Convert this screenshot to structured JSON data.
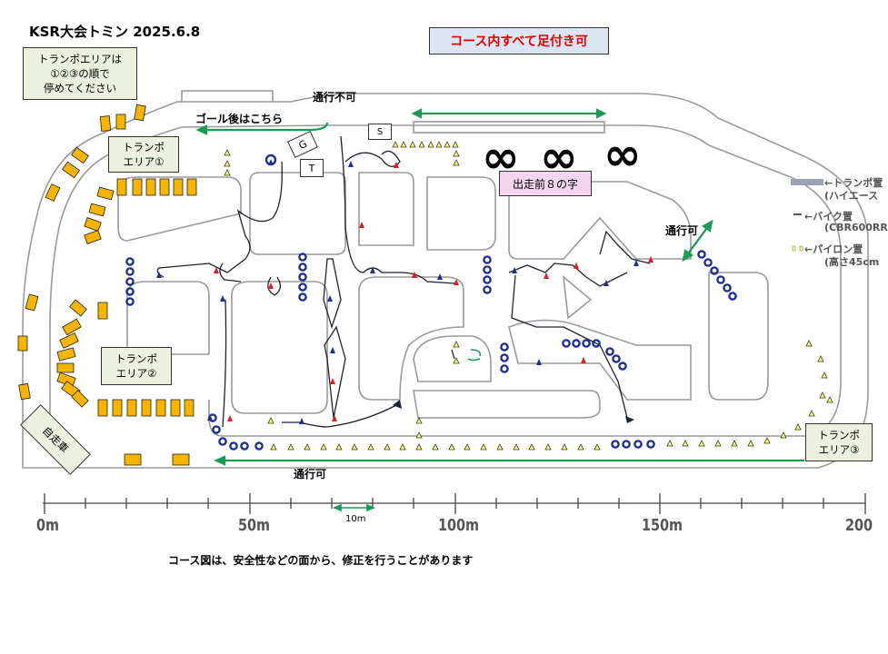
{
  "title": "KSR大会トミン 2025.6.8",
  "notice": "コース内すべて足付き可",
  "transpo_note": [
    "トランポエリアは",
    "①②③の順で",
    "停めてください"
  ],
  "areas": {
    "area1": [
      "トランポ",
      "エリア①"
    ],
    "area2": [
      "トランポ",
      "エリア②"
    ],
    "area3": [
      "トランポ",
      "エリア③"
    ]
  },
  "jisousha": "自走車",
  "pre_start": "出走前８の字",
  "figure8_mark": "∞",
  "labels": {
    "no_pass": "通行不可",
    "goal_after": "ゴール後はこちら",
    "pass_right": "通行可",
    "pass_bottom": "通行可"
  },
  "markers": {
    "goal": "G",
    "timer": "T",
    "start": "S"
  },
  "legend": [
    "←トランポ置",
    "(ハイエース",
    "←バイク置",
    "(CBR600RR",
    "←パイロン置",
    "(高さ45cm"
  ],
  "ruler": {
    "labels": [
      "0m",
      "50m",
      "100m",
      "150m",
      "200"
    ],
    "scale_label": "10m"
  },
  "footer": "コース図は、安全性などの面から、修正を行うことがあります",
  "colors": {
    "blue_cone": "#1f2f8f",
    "red_cone": "#d42020",
    "arrow_green": "#1a9a55",
    "parking": "#f5b400",
    "pylon": "#ffff66"
  }
}
